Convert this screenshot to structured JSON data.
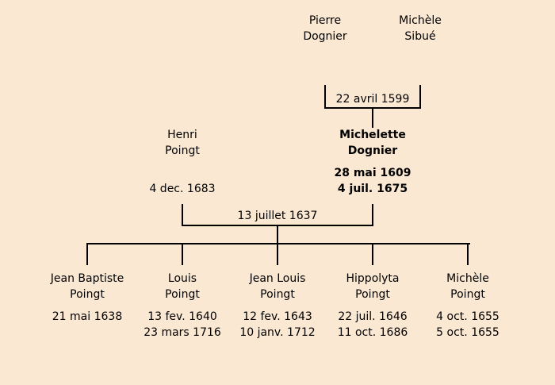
{
  "colors": {
    "background": "#FAE8D3",
    "line": "#000000",
    "text": "#000000"
  },
  "tree": {
    "grandfather": {
      "name_line1": "Pierre",
      "name_line2": "Dognier"
    },
    "grandmother": {
      "name_line1": "Michèle",
      "name_line2": "Sibué"
    },
    "marriage_grandparents": {
      "date": "22 avril 1599"
    },
    "father": {
      "name_line1": "Henri",
      "name_line2": "Poingt",
      "death_date": "4 dec. 1683"
    },
    "mother": {
      "name_line1": "Michelette",
      "name_line2": "Dognier",
      "birth_date": "28 mai 1609",
      "death_date": "4 juil. 1675"
    },
    "marriage_parents": {
      "date": "13 juillet 1637"
    },
    "children": [
      {
        "name_line1": "Jean Baptiste",
        "name_line2": "Poingt",
        "date1": "21 mai 1638",
        "date2": ""
      },
      {
        "name_line1": "Louis",
        "name_line2": "Poingt",
        "date1": "13 fev. 1640",
        "date2": "23 mars 1716"
      },
      {
        "name_line1": "Jean Louis",
        "name_line2": "Poingt",
        "date1": "12 fev. 1643",
        "date2": "10 janv. 1712"
      },
      {
        "name_line1": "Hippolyta",
        "name_line2": "Poingt",
        "date1": "22 juil. 1646",
        "date2": "11 oct. 1686"
      },
      {
        "name_line1": "Michèle",
        "name_line2": "Poingt",
        "date1": "4 oct. 1655",
        "date2": "5 oct. 1655"
      }
    ]
  }
}
